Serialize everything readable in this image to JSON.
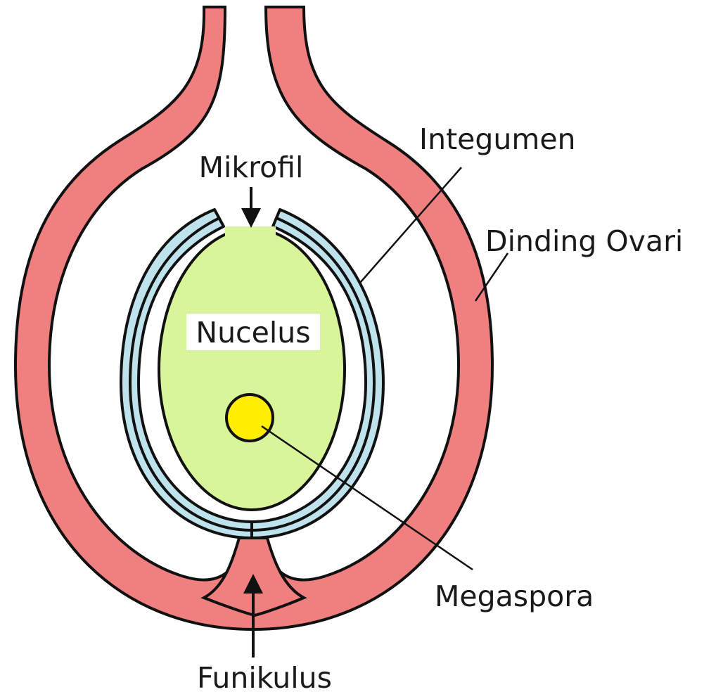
{
  "diagram": {
    "labels": {
      "mikrofil": "Mikrofil",
      "integumen": "Integumen",
      "dinding_ovari": "Dinding Ovari",
      "nucelus": "Nucelus",
      "megaspora": "Megaspora",
      "funikulus": "Funikulus"
    },
    "colors": {
      "ovary_wall": "#f08080",
      "integument": "#bfe3ec",
      "nucellus": "#d8f59a",
      "megaspore": "#ffee00",
      "outline": "#111111",
      "background": "#ffffff"
    }
  }
}
